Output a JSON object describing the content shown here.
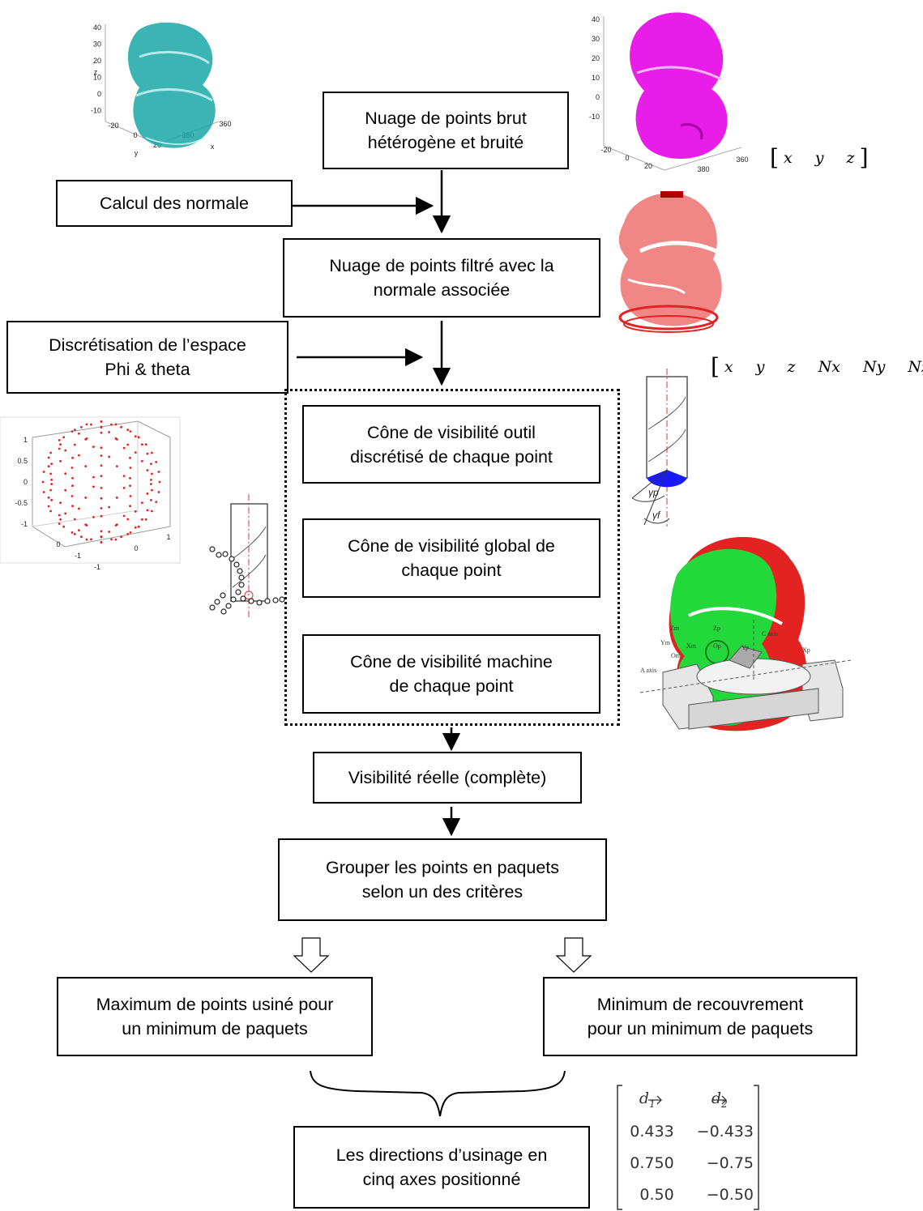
{
  "boxes": {
    "raw_cloud": [
      "Nuage de points brut",
      "hétérogène et bruité"
    ],
    "normals": [
      "Calcul des normale"
    ],
    "filtered_cloud": [
      "Nuage de points filtré avec la",
      "normale associée"
    ],
    "discretization": [
      "Discrétisation de l’espace",
      "Phi & theta"
    ],
    "tool_cone": [
      "Cône de visibilité outil",
      "discrétisé de chaque point"
    ],
    "global_cone": [
      "Cône de visibilité global de",
      "chaque point"
    ],
    "machine_cone": [
      "Cône de visibilité machine",
      "de chaque point"
    ],
    "real_visibility": [
      "Visibilité réelle (complète)"
    ],
    "grouping": [
      "Grouper les points en paquets",
      "selon un des critères"
    ],
    "max_points": [
      "Maximum de points usiné pour",
      "un minimum de paquets"
    ],
    "min_overlap": [
      "Minimum de recouvrement",
      "pour un minimum de paquets"
    ],
    "directions": [
      "Les directions d’usinage en",
      "cinq axes positionné"
    ]
  },
  "vectors": {
    "xyz": [
      "x",
      "y",
      "z"
    ],
    "xyz_normal": [
      "x",
      "y",
      "z",
      "Nx",
      "Ny",
      "Nz"
    ]
  },
  "matrix": {
    "headers": [
      "d1",
      "d2"
    ],
    "rows": [
      [
        "0.433",
        "−0.433"
      ],
      [
        "0.750",
        "−0.75"
      ],
      [
        "0.50",
        "−0.50"
      ]
    ]
  },
  "plot_cyan": {
    "z_ticks": [
      "40",
      "30",
      "20",
      "10",
      "0",
      "-10"
    ],
    "y_ticks": [
      "-20",
      "0",
      "20"
    ],
    "x_ticks": [
      "380",
      "360"
    ],
    "axis_labels": [
      "z",
      "y",
      "x"
    ]
  },
  "plot_magenta": {
    "z_ticks": [
      "40",
      "30",
      "20",
      "10",
      "0",
      "-10"
    ],
    "y_ticks": [
      "-20",
      "0",
      "20"
    ],
    "x_ticks": [
      "380",
      "360"
    ]
  },
  "sphere_plot": {
    "z_ticks": [
      "1",
      "0.5",
      "0",
      "-0.5",
      "-1"
    ],
    "x_ticks": [
      "0",
      "-1",
      "-1"
    ],
    "y_ticks": [
      "0",
      "1"
    ]
  },
  "tool_angles": [
    "γp",
    "γf"
  ],
  "machine_labels": [
    "C axis",
    "A axis",
    "Zm",
    "Ym",
    "Xm",
    "Om",
    "Zp",
    "Op",
    "Yp",
    "Xp"
  ],
  "colors": {
    "cyan_cloud": "#1aa7a7",
    "magenta_cloud": "#e81ee8",
    "red_cloud": "#e32222",
    "green_cloud": "#22d83a",
    "cone_blue": "#1a1aff"
  }
}
